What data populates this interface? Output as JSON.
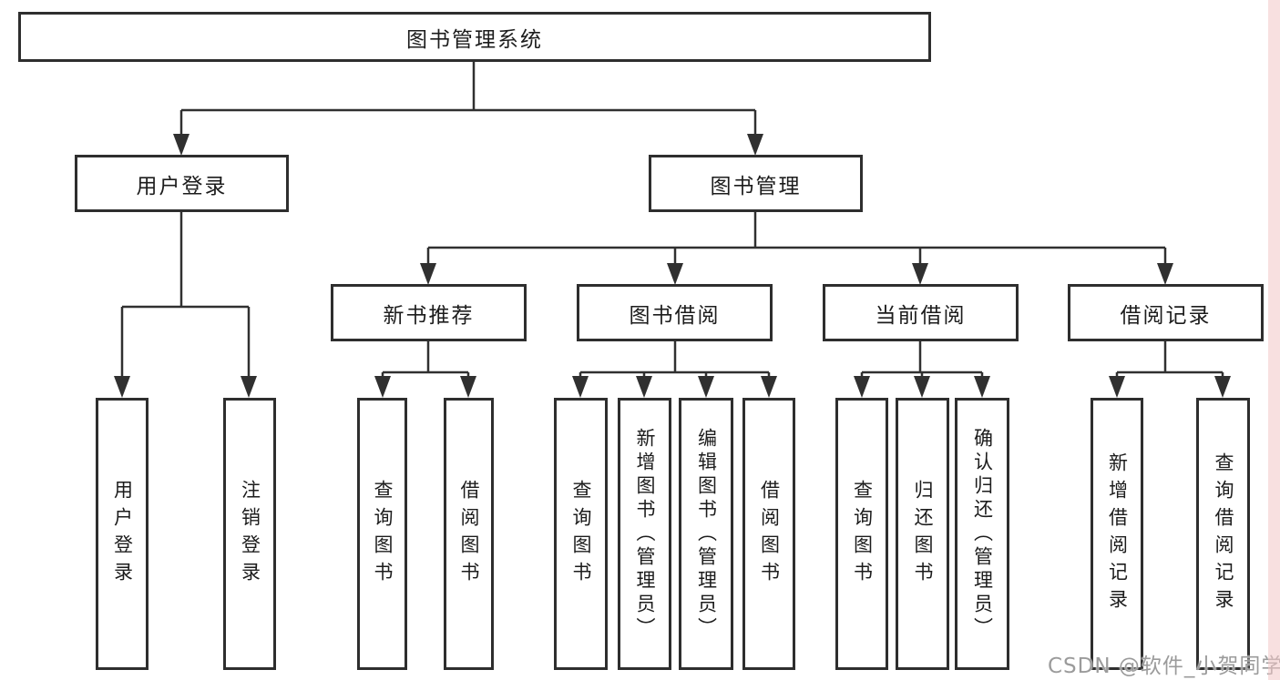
{
  "root": {
    "label": "图书管理系统"
  },
  "groups": {
    "user_login": {
      "label": "用户登录"
    },
    "book_management": {
      "label": "图书管理"
    }
  },
  "modules": {
    "new_book_recommend": {
      "label": "新书推荐"
    },
    "book_borrowing": {
      "label": "图书借阅"
    },
    "current_borrowing": {
      "label": "当前借阅"
    },
    "borrowing_records": {
      "label": "借阅记录"
    }
  },
  "functions": {
    "user_login": {
      "label": "用户登录"
    },
    "logout": {
      "label": "注销登录"
    },
    "recommend_query_books": {
      "label": "查询图书"
    },
    "recommend_borrow_books": {
      "label": "借阅图书"
    },
    "borrowing_query_books": {
      "label": "查询图书"
    },
    "borrowing_add_books": {
      "label": "新增图书（管理员）"
    },
    "borrowing_edit_books": {
      "label": "编辑图书（管理员）"
    },
    "borrowing_borrow_books": {
      "label": "借阅图书"
    },
    "current_query_books": {
      "label": "查询图书"
    },
    "current_return_books": {
      "label": "归还图书"
    },
    "current_confirm_return": {
      "label": "确认归还（管理员）"
    },
    "records_add_record": {
      "label": "新增借阅记录"
    },
    "records_query_record": {
      "label": "查询借阅记录"
    }
  },
  "watermark": {
    "text": "CSDN @软件_小贺同学"
  },
  "colors": {
    "line": "#303030",
    "box_border": "#2e2e2e",
    "box_fill": "#ffffff",
    "text": "#1c1c1c",
    "watermark": "#9b9b9b",
    "edge_stripe": "#f2c6c6"
  }
}
